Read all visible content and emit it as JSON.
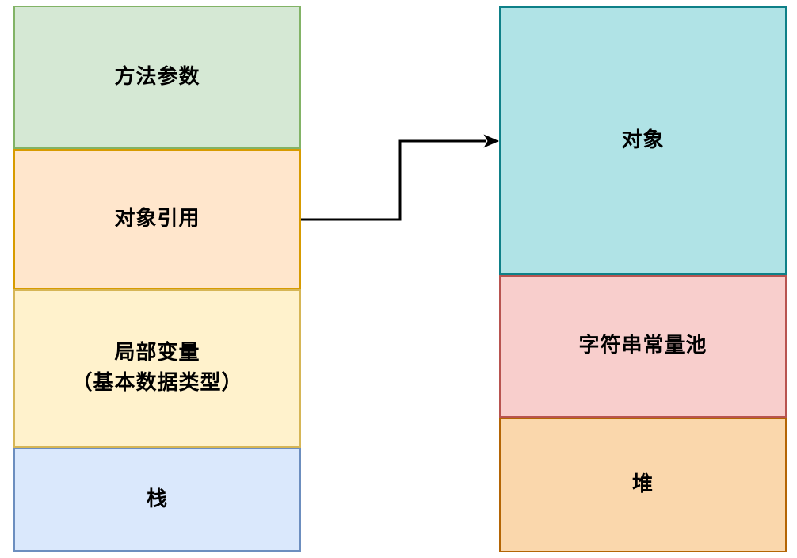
{
  "page": {
    "background": "#ffffff",
    "text_color": "#000000"
  },
  "diagram": {
    "left_stack": {
      "boxes": [
        {
          "id": "method-params",
          "label": "方法参数",
          "fill": "#d5e8d4",
          "stroke": "#82b366"
        },
        {
          "id": "object-reference",
          "label": "对象引用",
          "fill": "#ffe6cc",
          "stroke": "#d79b00"
        },
        {
          "id": "local-vars",
          "label": "局部变量\n（基本数据类型）",
          "fill": "#fff2cc",
          "stroke": "#d6b656"
        },
        {
          "id": "stack",
          "label": "栈",
          "fill": "#dae8fc",
          "stroke": "#6c8ebf"
        }
      ]
    },
    "right_stack": {
      "boxes": [
        {
          "id": "object",
          "label": "对象",
          "fill": "#b0e3e6",
          "stroke": "#0e8088"
        },
        {
          "id": "string-pool",
          "label": "字符串常量池",
          "fill": "#f8cecc",
          "stroke": "#b85450"
        },
        {
          "id": "heap",
          "label": "堆",
          "fill": "#fad7ac",
          "stroke": "#b46504"
        }
      ]
    },
    "arrow": {
      "from": "对象引用",
      "to": "对象",
      "color": "#000000"
    }
  }
}
